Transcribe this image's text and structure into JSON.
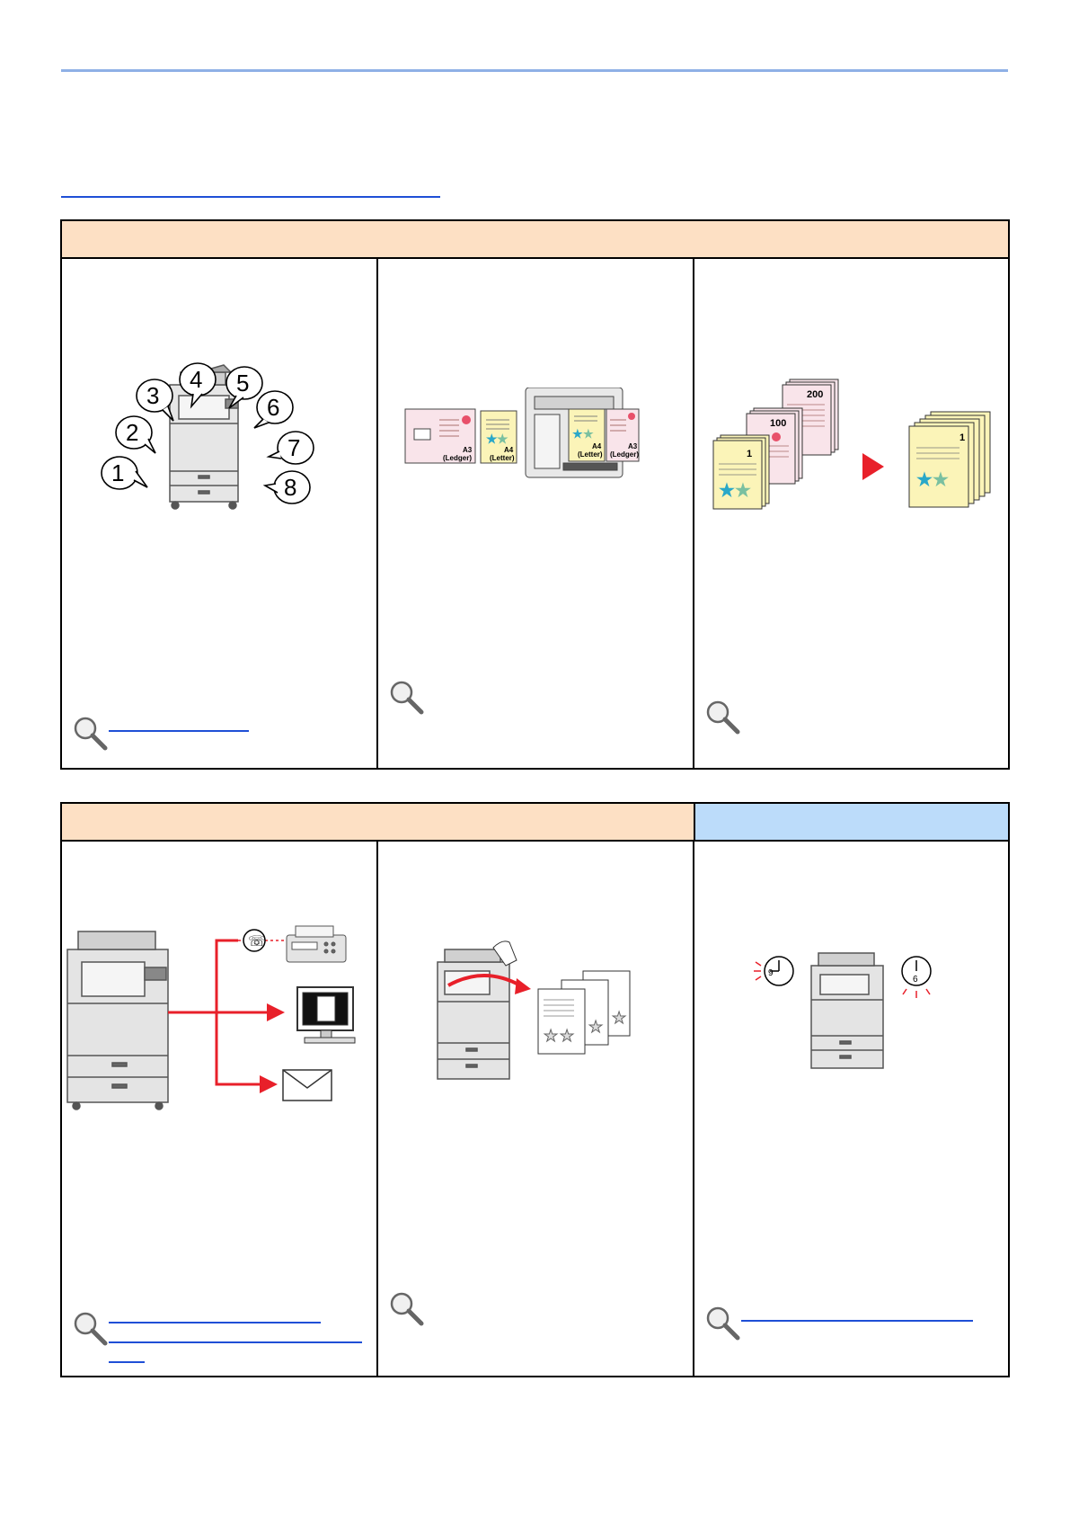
{
  "colors": {
    "rule": "#8fb0e6",
    "link": "#1f4fd6",
    "header_orange": "#fde0c4",
    "header_blue": "#bcdcfa",
    "arrow_red": "#e8202a",
    "paper_pink": "#f9e4ea",
    "paper_yellow": "#fbf4b8"
  },
  "panel1": {
    "cells": [
      {
        "illustration": "printer-with-speech-bubbles",
        "bubbles": [
          "1",
          "2",
          "3",
          "4",
          "5",
          "6",
          "7",
          "8"
        ],
        "reference": "magnifier-icon"
      },
      {
        "illustration": "mixed-size-originals",
        "labels": [
          "A3",
          "(Ledger)",
          "A4",
          "(Letter)",
          "A4",
          "(Letter)",
          "A3",
          "(Ledger)"
        ],
        "reference": "magnifier-icon"
      },
      {
        "illustration": "continuous-scan-stacks",
        "labels": [
          "200",
          "100",
          "1",
          "1"
        ],
        "reference": "magnifier-icon"
      }
    ]
  },
  "panel2": {
    "cells": [
      {
        "illustration": "send-to-fax-pc-email",
        "reference": "magnifier-icon"
      },
      {
        "illustration": "skip-blank-pages",
        "reference": "magnifier-icon"
      },
      {
        "illustration": "sleep-schedule",
        "clock_labels": [
          "9",
          "6"
        ],
        "reference": "magnifier-icon"
      }
    ]
  }
}
